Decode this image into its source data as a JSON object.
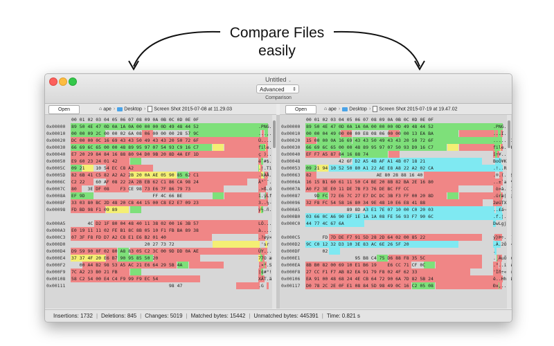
{
  "headline": {
    "line1": "Compare Files",
    "line2": "easily"
  },
  "window": {
    "title": "Untitled",
    "mode_select": "Advanced",
    "toolbar_label": "Comparison"
  },
  "left": {
    "open_label": "Open",
    "path": [
      "ape",
      "Desktop",
      "Screen Shot 2015-07-08 at 11.29.03"
    ],
    "rows": [
      {
        "off": "0x00000",
        "hex": "89 50 4E 47 0D 0A 1A 0A 00 00 00 0D 49 48 44 52",
        "asc": ".PNG........IHDR",
        "mark": [
          [
            0,
            16,
            "g"
          ]
        ]
      },
      {
        "off": "0x00010",
        "hex": "00 00 09 2C 00 00 02 6A 08 06 00 00 00 28 57 9C",
        "asc": "...,...j.....(W.",
        "mark": [
          [
            0,
            3,
            "g"
          ],
          [
            6,
            1,
            "r"
          ],
          [
            10,
            6,
            "g"
          ]
        ]
      },
      {
        "off": "0x00020",
        "hex": "DC 00 00 0C 16 69 43 43 50 49 43 43 20 50 72 6F",
        "asc": "Ü....iCCPICC Pro",
        "mark": [
          [
            0,
            16,
            "r"
          ]
        ]
      },
      {
        "off": "0x00030",
        "hex": "66 69 6C 65 00 00 48 89 95 97 07 54 93 C9 16 C7",
        "asc": "file..H....T.ÉÇ",
        "mark": [
          [
            0,
            12,
            "g"
          ],
          [
            12,
            1,
            "y"
          ],
          [
            13,
            3,
            "r"
          ]
        ]
      },
      {
        "off": "0x00040",
        "hex": "E7 20 29 84 84 16 88 80 94 D0 9B 20 8D 4A EF 1D",
        "asc": "ç )......Ð. .Jï.",
        "mark": [
          [
            0,
            16,
            "r"
          ]
        ]
      },
      {
        "off": "0x00050",
        "hex": "E9 60 23 24 01 42",
        "asc": "é`#$.B",
        "mark": [
          [
            0,
            5,
            "r"
          ],
          [
            5,
            1,
            "g"
          ]
        ]
      },
      {
        "off": "0x0005C",
        "hex": "09 21    10 54 EC C8 A2",
        "asc": ".!.TìÈ¢",
        "mark": [
          [
            0,
            1,
            "g"
          ],
          [
            1,
            1,
            "y"
          ],
          [
            3,
            4,
            "r"
          ]
        ]
      },
      {
        "off": "0x0005D",
        "hex": "82 6B 41 C5 82 A2 A2 2B 20 0A AE 05 90 85 62 C1",
        "asc": ".kAÅ.¢¢+ .®...bÁ",
        "mark": [
          [
            0,
            5,
            "r"
          ],
          [
            5,
            4,
            "y"
          ],
          [
            9,
            1,
            "g"
          ],
          [
            10,
            6,
            "r"
          ]
        ]
      },
      {
        "off": "0x0006C",
        "hex": "C2 22    60 AF 08 22 2A 2B EB 62 C1 86 CA 98 24",
        "asc": "Â\"`¯.\"*+ëbÁ.Ê.$",
        "mark": [
          [
            0,
            2,
            "r"
          ],
          [
            3,
            12,
            "r"
          ]
        ]
      },
      {
        "off": "0x0007C",
        "hex": "80    3E DF 08    F3 CE 98 73 E6 7F 86 79 73",
        "asc": ".>ß.óÎ.sæ..ys",
        "mark": [
          [
            0,
            1,
            "r"
          ],
          [
            2,
            3,
            "r"
          ],
          [
            6,
            7,
            "r"
          ]
        ]
      },
      {
        "off": "0x0008A",
        "hex": "EF 9D                         FF 4C 66 BE",
        "asc": "ï.ÿLf¾",
        "mark": [
          [
            0,
            2,
            "g"
          ],
          [
            12,
            1,
            "g"
          ],
          [
            13,
            3,
            "r"
          ]
        ]
      },
      {
        "off": "0x0008F",
        "hex": "33 03 80 BC 2D 48 20 C8 44 15 00 C8 E2 E7 09 23",
        "asc": "3..¼-H ÈD..Èâç.#",
        "mark": [
          [
            0,
            16,
            "r"
          ]
        ]
      },
      {
        "off": "0x00098",
        "hex": "FD BD 98 F1 09 89",
        "asc": "ý½.ñ..",
        "mark": [
          [
            0,
            3,
            "r"
          ],
          [
            3,
            2,
            "y"
          ],
          [
            5,
            1,
            "g"
          ]
        ]
      },
      {
        "off": "",
        "hex": "",
        "asc": "",
        "mark": []
      },
      {
        "off": "0x000A5",
        "hex": "      4C D2 1F 80 04 48 40 11 38 02 00 16 3B 57",
        "asc": "LÒ...H@.8...;W",
        "mark": [
          [
            2,
            14,
            "r"
          ]
        ]
      },
      {
        "off": "0x000A3",
        "hex": "E0 19 11 11 02 FE B1 8C 8B 05 10 F1 FB BA 89 38",
        "asc": "à....þ±......ñû.8",
        "mark": [
          [
            0,
            16,
            "r"
          ]
        ]
      },
      {
        "off": "0x000C3",
        "hex": "07 3F F8 FD D7 A2 C8 E1 E6 B2 01 40",
        "asc": ".?øý×¢Èáæ².@",
        "mark": [
          [
            0,
            12,
            "r"
          ]
        ]
      },
      {
        "off": "0x000D0",
        "hex": "                           20 27 73 72",
        "asc": " 'sr",
        "mark": [
          [
            12,
            4,
            "y"
          ]
        ]
      },
      {
        "off": "0x000D4",
        "hex": "D9 59 90 8F 02 80 A8 83 05 C2 3C 00 9D DD 0A AE",
        "asc": "ÙY....¨..Â<..Ý.®",
        "mark": [
          [
            0,
            4,
            "r"
          ],
          [
            4,
            1,
            "g"
          ],
          [
            5,
            11,
            "r"
          ]
        ]
      },
      {
        "off": "0x000E4",
        "hex": "37 37 4F 20 E6 B7 90 95 85 50 20",
        "asc": "77O æ·...P ",
        "mark": [
          [
            0,
            3,
            "y"
          ],
          [
            3,
            1,
            "r"
          ],
          [
            4,
            3,
            "g"
          ],
          [
            7,
            4,
            "r"
          ]
        ]
      },
      {
        "off": "0x000F2",
        "hex": "   00 A4 B2 98 53 A5 AC 21 E6 64 29 5B 4A",
        "asc": ".¤².S¥¬!æd)[J",
        "mark": [
          [
            1,
            8,
            "r"
          ],
          [
            9,
            1,
            "g"
          ],
          [
            10,
            3,
            "r"
          ]
        ]
      },
      {
        "off": "0x000F9",
        "hex": "7C A2 23 B0 21 FB",
        "asc": "|¢#°!û",
        "mark": [
          [
            0,
            5,
            "r"
          ],
          [
            5,
            1,
            "g"
          ]
        ]
      },
      {
        "off": "0x00108",
        "hex": "58 C2 54 00 E4 C4 F9 99 F9 EC 54",
        "asc": "XÂT.äÄù.ùìT",
        "mark": [
          [
            0,
            11,
            "r"
          ]
        ]
      },
      {
        "off": "0x00111",
        "hex": "                                    98 47",
        "asc": ".G",
        "mark": [
          [
            14,
            2,
            "r"
          ]
        ]
      }
    ]
  },
  "right": {
    "open_label": "Open",
    "path": [
      "ape",
      "Desktop",
      "Screen Shot 2015-07-19 at 19.47.02"
    ],
    "rows": [
      {
        "off": "0x00000",
        "hex": "89 50 4E 47 0D 0A 1A 0A 00 00 00 0D 49 48 44 52",
        "asc": ".PNG........IHDR",
        "mark": [
          [
            0,
            16,
            "g"
          ]
        ]
      },
      {
        "off": "0x00010",
        "hex": "00 00 04 49 00 00 00 E8 08 06 00 00 00 13 EA BA",
        "asc": "...I...è......êº",
        "mark": [
          [
            0,
            3,
            "g"
          ],
          [
            3,
            1,
            "r"
          ],
          [
            7,
            1,
            "r"
          ],
          [
            8,
            5,
            "g"
          ],
          [
            13,
            3,
            "r"
          ]
        ]
      },
      {
        "off": "0x00020",
        "hex": "15 00 00 0A 16 69 43 43 50 49 43 43 20 50 72 6F",
        "asc": ".....iCCPICC Pro",
        "mark": [
          [
            0,
            1,
            "r"
          ],
          [
            1,
            3,
            "g"
          ],
          [
            4,
            12,
            "g"
          ]
        ]
      },
      {
        "off": "0x00030",
        "hex": "66 69 6C 65 00 00 48 89 95 97 07 50 93 D9 16 C7",
        "asc": "file..H....P.Ù.Ç",
        "mark": [
          [
            0,
            12,
            "g"
          ],
          [
            12,
            1,
            "y"
          ],
          [
            13,
            3,
            "r"
          ]
        ]
      },
      {
        "off": "0x00040",
        "hex": "EF F7 A5 87 84 16 88 74",
        "asc": "ï÷¥....t",
        "mark": [
          [
            0,
            3,
            "r"
          ],
          [
            3,
            4,
            "g"
          ],
          [
            7,
            1,
            "r"
          ]
        ]
      },
      {
        "off": "0x00048",
        "hex": "            42 6F D2 A5 4B AF A1 4B 07 18 21",
        "asc": "BoÒ¥K¯¡K..!",
        "mark": [
          [
            4,
            11,
            "c"
          ]
        ]
      },
      {
        "off": "0x00053",
        "hex": "09 21 94 10 52 50 80 A1 22 AE E8 A8 22 A2 02 CA",
        "asc": ".!..RP.¡\"®è¨\"¢.Ê",
        "mark": [
          [
            0,
            1,
            "g"
          ],
          [
            1,
            1,
            "y"
          ],
          [
            2,
            14,
            "c"
          ]
        ]
      },
      {
        "off": "0x00063",
        "hex": "82                        AE 80 28 88 16 40",
        "asc": ".®.(..@",
        "mark": [
          [
            0,
            1,
            "r"
          ],
          [
            10,
            6,
            "r"
          ]
        ]
      },
      {
        "off": "0x0006A",
        "hex": "16 15 B1 60 61 11 50 C4 BE 20 8B 82 BA 2E 16 80",
        "asc": "..±`a.PÄ¾ ..º...",
        "mark": [
          [
            0,
            16,
            "r"
          ]
        ]
      },
      {
        "off": "0x0007A",
        "hex": "A0 F2 3E E0 11 DE 7B F3 76 DE BC FF CC",
        "asc": " ò>à.Þ{óvÞ¼ÿÌ",
        "mark": [
          [
            0,
            13,
            "r"
          ]
        ]
      },
      {
        "off": "0x00087",
        "hex": "   9D FC 72 E6 7C 27 E7 DC DC 3B F3 FF 00 20 8D",
        "asc": ".üræ|'çÜÜ;óÿ. .",
        "mark": [
          [
            1,
            1,
            "g"
          ],
          [
            2,
            10,
            "r"
          ],
          [
            12,
            1,
            "g"
          ],
          [
            13,
            3,
            "r"
          ]
        ]
      },
      {
        "off": "0x00096",
        "hex": "32 F8 FC 54 58 16 80 34 9E 48 10 E6 E8 41 88",
        "asc": "2øüTX..4.H.æèA.",
        "mark": [
          [
            0,
            15,
            "r"
          ]
        ]
      },
      {
        "off": "0x000A5",
        "hex": "               89 8D A3 E1 7E 07 10 00 C0 20 03",
        "asc": "..£á~...À .",
        "mark": [
          [
            5,
            11,
            "c"
          ]
        ]
      },
      {
        "off": "0x000B0",
        "hex": "03 66 0C A6 90 EF 1E 1A 1A 08 FE 56 93 F7 90 6C",
        "asc": ".f.¦.ï....þV.÷.l",
        "mark": [
          [
            0,
            16,
            "c"
          ]
        ]
      },
      {
        "off": "0x000C0",
        "hex": "44 77 4C 67 6A",
        "asc": "DwLgj",
        "mark": [
          [
            0,
            5,
            "c"
          ]
        ]
      },
      {
        "off": "",
        "hex": "",
        "asc": "",
        "mark": []
      },
      {
        "off": "0x000C5",
        "hex": "      FD 7D DE F7 91 5D 28 2D 64 02 00 85 22",
        "asc": "ý}Þ÷.](-d...\"",
        "mark": [
          [
            2,
            13,
            "r"
          ]
        ]
      },
      {
        "off": "0x000D2",
        "hex": "9C C0 12 32 D3 10 3E 83 AC 6E 26 5F 20",
        "asc": ".À.2Ó.>.¬n&_ ",
        "mark": [
          [
            0,
            13,
            "c"
          ]
        ]
      },
      {
        "off": "0x000DF",
        "hex": "      02",
        "asc": ".",
        "mark": [
          [
            2,
            1,
            "c"
          ]
        ]
      },
      {
        "off": "0x000E1",
        "hex": "                  95 B8 C4 75 D6 88 F8 35 5C",
        "asc": ".¸ÄuÖ.ø5\\",
        "mark": [
          [
            6,
            1,
            "g"
          ],
          [
            7,
            8,
            "r"
          ]
        ]
      },
      {
        "off": "0x000EA",
        "hex": "8B B0 82 00 69 10 E1 B6 19    E6 CC 71 CF 0C",
        "asc": ".°..i.á¶.æÌqÏ.",
        "mark": [
          [
            0,
            9,
            "r"
          ],
          [
            10,
            1,
            "g"
          ],
          [
            11,
            4,
            "r"
          ]
        ]
      },
      {
        "off": "0x000F8",
        "hex": "27 CC F1 F7 AB 82 EA 91 79 F8 02 4F 62 33",
        "asc": "'Ìñ÷«.ê.yø.Ob3",
        "mark": [
          [
            0,
            14,
            "r"
          ]
        ]
      },
      {
        "off": "0x00106",
        "hex": "EA 91 00 48 68 24 4E CB 64 72 90 6A 7D 82 5B 24",
        "asc": "ê..Hh$NËdr.j}.[$",
        "mark": [
          [
            0,
            16,
            "r"
          ]
        ]
      },
      {
        "off": "0x00117",
        "hex": "D0 78 2C 2E 0F E1 08 84 5D 98 49 0C 16 C2 05 08",
        "asc": "Ðx,..á..].I..Â..",
        "mark": [
          [
            0,
            9,
            "r"
          ],
          [
            9,
            2,
            "g"
          ],
          [
            11,
            5,
            "r"
          ]
        ]
      }
    ]
  },
  "columns_header": "00 01 02 03 04 05 06 07 08 09 0A 0B 0C 0D 0E 0F",
  "status": {
    "insertions": "Insertions: 1732",
    "deletions": "Deletions: 845",
    "changes": "Changes: 5019",
    "matched": "Matched bytes: 15442",
    "unmatched": "Unmatched bytes: 445391",
    "time": "Time: 0.821 s"
  },
  "colors": {
    "green": "#7ee07a",
    "red": "#f08686",
    "yellow": "#f4ef74",
    "cyan": "#7fe9f2"
  },
  "icons": [
    "home-icon",
    "folder-icon",
    "document-icon",
    "chevron-icon"
  ]
}
